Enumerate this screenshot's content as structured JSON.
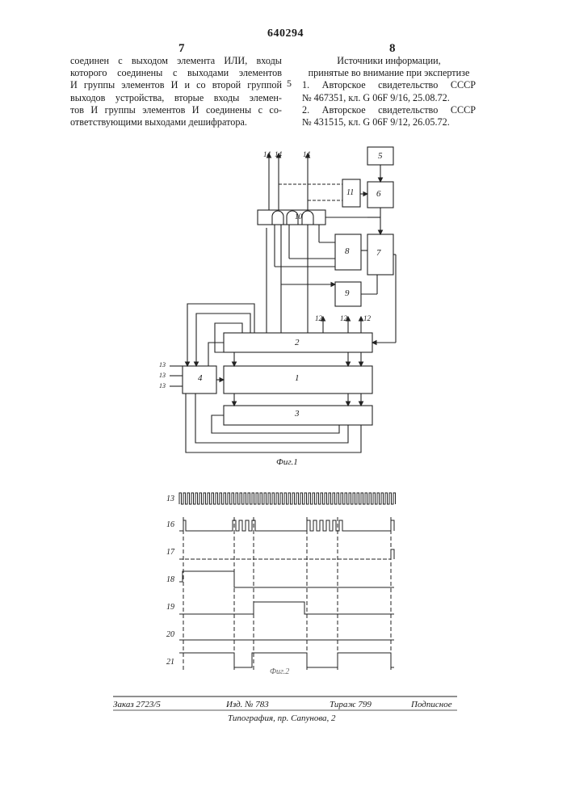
{
  "header": {
    "patent_number": "640294",
    "left_column_number": "7",
    "right_column_number": "8",
    "margin_line_number": "5"
  },
  "left_column": {
    "lines": [
      "соединен с выходом элемента ИЛИ, входы",
      "которого соединены с выходами элементов",
      "И группы элементов И и со второй группой",
      "выходов устройства, вторые входы элемен-",
      "тов И группы элементов И соединены с со-",
      "ответствующими выходами дешифратора."
    ]
  },
  "right_column": {
    "heading_lines": [
      "Источники информации,",
      "принятые во внимание при экспертизе"
    ],
    "references": [
      "1. Авторское свидетельство СССР",
      "№ 467351, кл. G 06F 9/16, 25.08.72.",
      "2. Авторское свидетельство СССР",
      "№ 431515, кл. G 06F 9/12, 26.05.72."
    ]
  },
  "figure1": {
    "caption": "Фиг.1",
    "block_labels": [
      "1",
      "2",
      "3",
      "4",
      "5",
      "6",
      "7",
      "8",
      "9",
      "10",
      "11"
    ],
    "output_labels": [
      "14",
      "14",
      "14",
      "12",
      "12",
      "12"
    ],
    "input_labels": [
      "13",
      "13",
      "13"
    ]
  },
  "figure2": {
    "caption": "Фиг.2",
    "signal_labels": [
      "13",
      "16",
      "17",
      "18",
      "19",
      "20",
      "21"
    ]
  },
  "footer": {
    "order": "Заказ 2723/5",
    "edition": "Изд. № 783",
    "circulation": "Тираж 799",
    "subscription": "Подписное",
    "printer": "Типография, пр. Сапунова, 2"
  }
}
